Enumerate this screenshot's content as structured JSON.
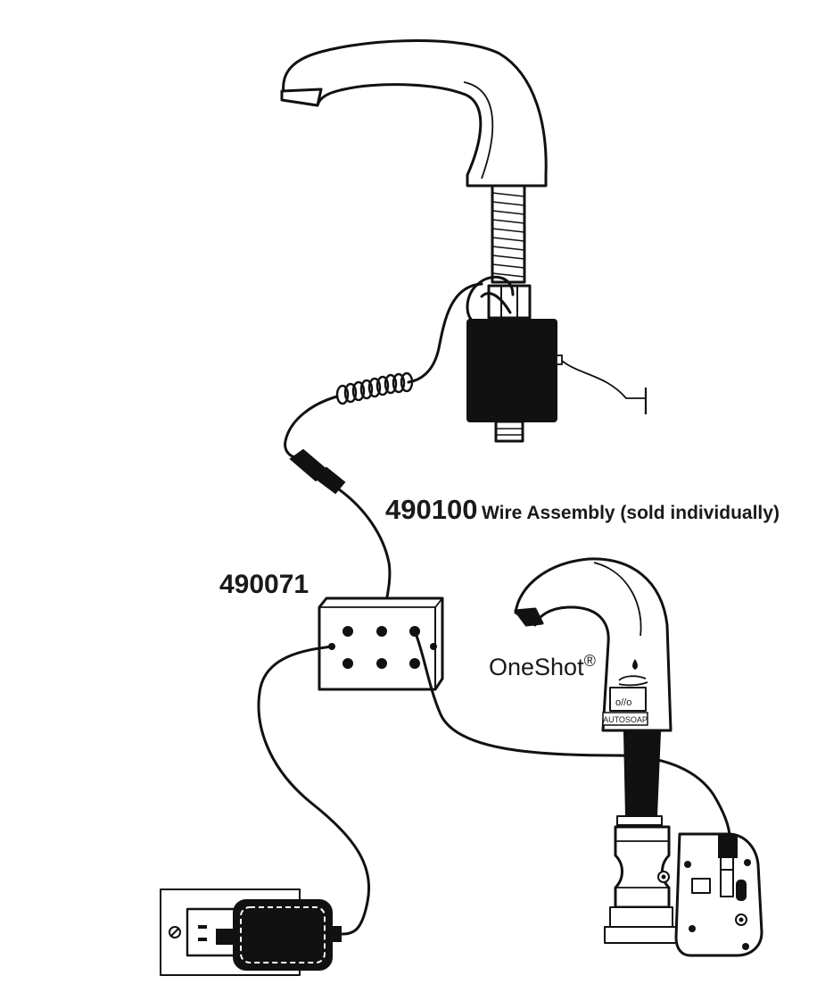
{
  "labels": {
    "wire_part_number": "490100",
    "wire_description": "Wire Assembly (sold individually)",
    "box_part_number": "490071",
    "soap_brand": "OneShot",
    "soap_brand_mark": "®",
    "soap_badge": "AUTOSOAP"
  }
}
